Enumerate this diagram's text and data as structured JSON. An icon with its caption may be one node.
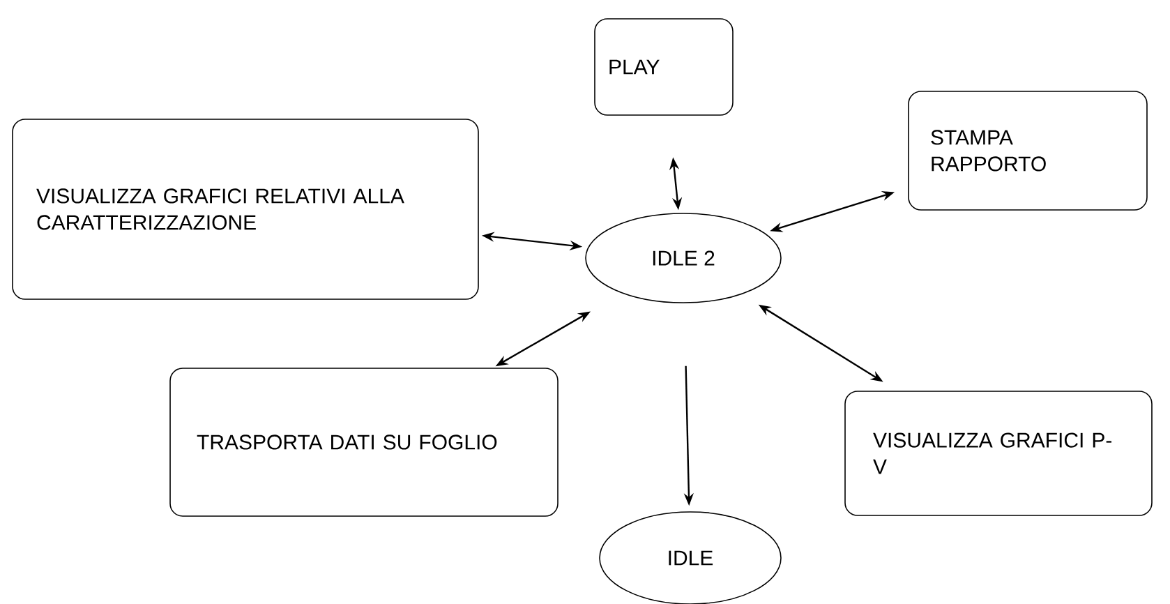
{
  "diagram": {
    "nodes": [
      {
        "text": [
          "PLAY"
        ]
      },
      {
        "text": [
          "VISUALIZZA GRAFICI RELATIVI ALLA CARATTERIZZAZIONE"
        ]
      },
      {
        "text": [
          "STAMPA RAPPORTO"
        ]
      },
      {
        "text": [
          "IDLE 2"
        ]
      },
      {
        "text": [
          "TRASPORTA DATI SU FOGLIO"
        ]
      },
      {
        "text": [
          "VISUALIZZA GRAFICI P-V"
        ]
      },
      {
        "text": [
          "IDLE"
        ]
      }
    ],
    "edges": [
      {
        "from": 3,
        "to": 0,
        "arrow": "both"
      },
      {
        "from": 1,
        "to": 3,
        "arrow": "both"
      },
      {
        "from": 3,
        "to": 2,
        "arrow": "both"
      },
      {
        "from": 3,
        "to": 4,
        "arrow": "both"
      },
      {
        "from": 3,
        "to": 5,
        "arrow": "both"
      },
      {
        "from": 3,
        "to": 6,
        "arrow": "to"
      }
    ]
  }
}
